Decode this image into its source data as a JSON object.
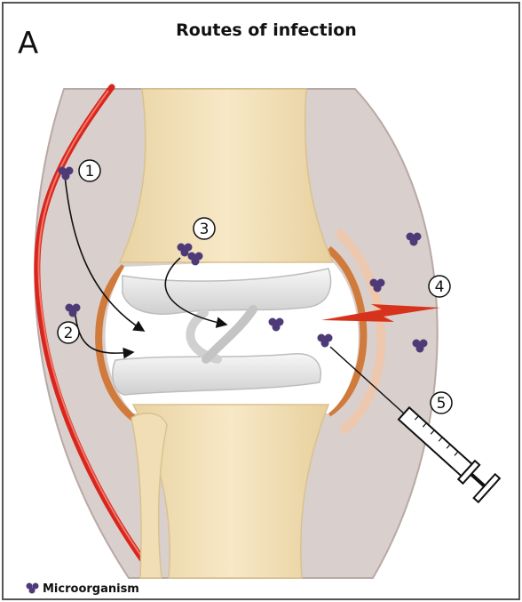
{
  "figure": {
    "panel_letter": "A",
    "title": "Routes of infection",
    "route_labels": [
      "1",
      "2",
      "3",
      "4",
      "5"
    ],
    "legend_label": "Microorganism"
  },
  "colors": {
    "tissue": "#d7cdcb",
    "bone": "#f3e2bc",
    "cartilage": "#e4e4e4",
    "synovium": "#d07a3c",
    "vessel": "#d8261e",
    "microorganism": "#4f3a78",
    "wound": "#d7321c"
  }
}
